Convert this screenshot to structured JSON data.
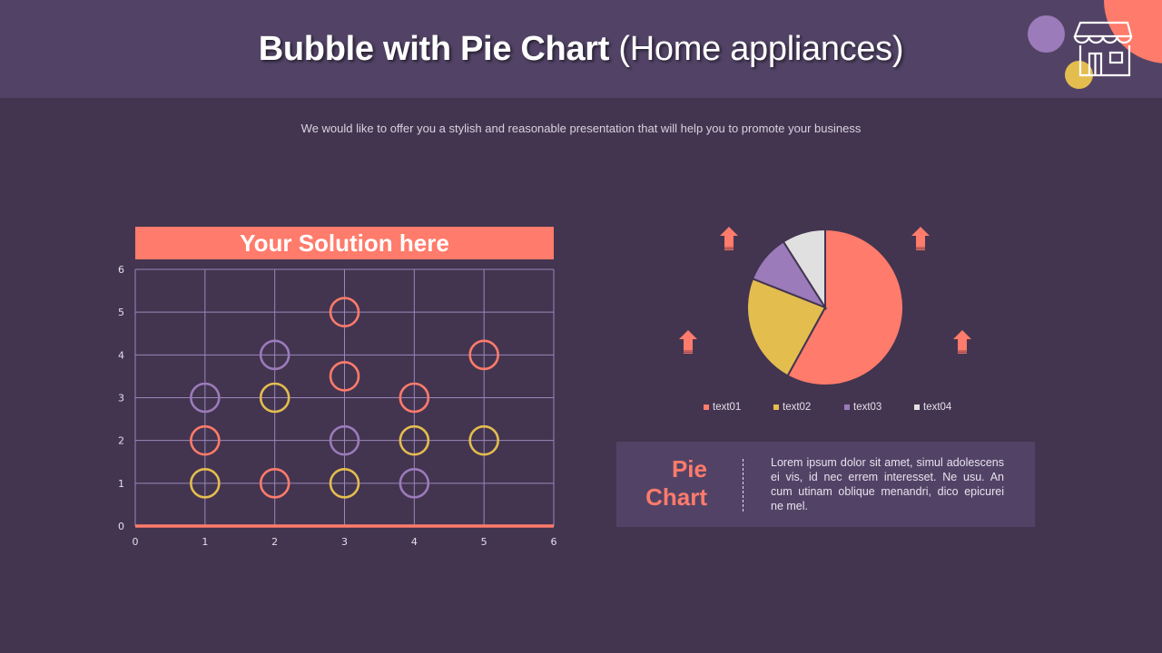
{
  "header": {
    "title_bold": "Bubble with Pie Chart",
    "title_light": "(Home appliances)",
    "icon": "store-icon"
  },
  "subtitle": "We would like to offer you a stylish and reasonable presentation that will help you to promote your business",
  "colors": {
    "background": "#433550",
    "header": "#524366",
    "coral": "#FF7B6B",
    "yellow": "#E4BD4F",
    "purple": "#9B7BBA",
    "light_gray": "#E0E0E0",
    "grid": "#9A86B8"
  },
  "bubble_panel": {
    "banner": "Your Solution here"
  },
  "info_box": {
    "title_line1": "Pie",
    "title_line2": "Chart",
    "text": "Lorem ipsum dolor sit amet, simul adolescens ei vis, id nec errem interesset. Ne usu. An cum utinam oblique menandri, dico epicurei ne mel."
  },
  "legend": [
    {
      "label": "text01",
      "color": "#FF7B6B"
    },
    {
      "label": "text02",
      "color": "#E4BD4F"
    },
    {
      "label": "text03",
      "color": "#9B7BBA"
    },
    {
      "label": "text04",
      "color": "#E0E0E0"
    }
  ],
  "chart_data": [
    {
      "type": "scatter",
      "subtype": "bubble",
      "title": "Your Solution here",
      "xlabel": "",
      "ylabel": "",
      "xlim": [
        0,
        6
      ],
      "ylim": [
        0,
        6
      ],
      "xticks": [
        0,
        1,
        2,
        3,
        4,
        5,
        6
      ],
      "yticks": [
        0,
        1,
        2,
        3,
        4,
        5,
        6
      ],
      "grid": true,
      "series": [
        {
          "name": "coral",
          "color": "#FF7B6B",
          "points": [
            [
              1,
              2
            ],
            [
              2,
              1
            ],
            [
              3,
              5
            ],
            [
              3,
              3.5
            ],
            [
              4,
              3
            ],
            [
              5,
              4
            ]
          ]
        },
        {
          "name": "yellow",
          "color": "#E4BD4F",
          "points": [
            [
              1,
              1
            ],
            [
              2,
              3
            ],
            [
              3,
              1
            ],
            [
              4,
              2
            ],
            [
              5,
              2
            ]
          ]
        },
        {
          "name": "purple",
          "color": "#9B7BBA",
          "points": [
            [
              1,
              3
            ],
            [
              2,
              4
            ],
            [
              3,
              2
            ],
            [
              4,
              1
            ]
          ]
        }
      ]
    },
    {
      "type": "pie",
      "title": "",
      "categories": [
        "text01",
        "text02",
        "text03",
        "text04"
      ],
      "values": [
        58,
        23,
        10,
        9
      ],
      "colors": [
        "#FF7B6B",
        "#E4BD4F",
        "#9B7BBA",
        "#E0E0E0"
      ],
      "start_angle": "12 o'clock, clockwise",
      "legend_position": "bottom"
    }
  ]
}
